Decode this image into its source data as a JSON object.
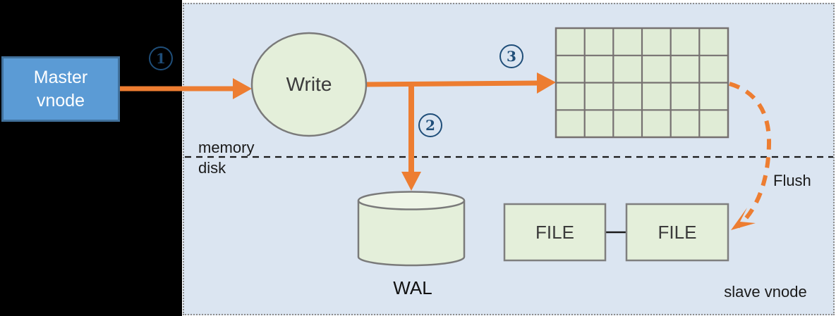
{
  "diagram": {
    "master_vnode": {
      "label_line1": "Master",
      "label_line2": "vnode"
    },
    "region": {
      "label": "slave vnode"
    },
    "layers": {
      "memory_label": "memory",
      "disk_label": "disk"
    },
    "nodes": {
      "write": {
        "label": "Write",
        "shape": "ellipse"
      },
      "memtable_grid": {
        "shape": "grid",
        "columns": 6,
        "rows": 4
      },
      "wal": {
        "label": "WAL",
        "shape": "cylinder"
      },
      "file_left": {
        "label": "FILE",
        "shape": "rect"
      },
      "file_right": {
        "label": "FILE",
        "shape": "rect"
      }
    },
    "flows": {
      "flush": {
        "label": "Flush",
        "style": "dashed-orange-curve"
      },
      "steps": [
        {
          "number": "1",
          "description_icon": "circled-step-number"
        },
        {
          "number": "2",
          "description_icon": "circled-step-number"
        },
        {
          "number": "3",
          "description_icon": "circled-step-number"
        }
      ]
    },
    "colors": {
      "arrow_orange": "#ed7d31",
      "master_fill": "#5b9bd5",
      "master_border": "#41719c",
      "region_fill": "#dbe5f1",
      "shape_green_fill": "#e4efda",
      "shape_green_light": "#eef5e7",
      "shape_border_gray": "#7a7a7a",
      "step_circle_blue": "#1f4e79",
      "left_background": "#000000"
    }
  }
}
